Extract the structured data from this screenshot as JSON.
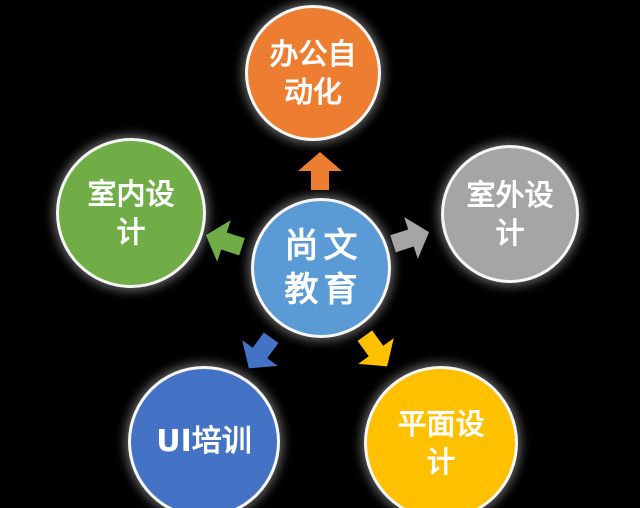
{
  "background_color": "#000000",
  "text_color": "#FFFFFF",
  "center_node": {
    "label": "尚文教育",
    "lines": [
      "尚文",
      "教育"
    ],
    "color": "#5B9BD5"
  },
  "satellite_nodes": [
    {
      "label": "办公自动化",
      "lines": [
        "办公自",
        "动化"
      ],
      "color": "#ED7D31",
      "position": "top"
    },
    {
      "label": "室内设计",
      "lines": [
        "室内设",
        "计"
      ],
      "color": "#70AD47",
      "position": "left"
    },
    {
      "label": "室外设计",
      "lines": [
        "室外设",
        "计"
      ],
      "color": "#A5A5A5",
      "position": "right"
    },
    {
      "label": "UI培训",
      "lines": [
        "UI培训"
      ],
      "color": "#4472C4",
      "position": "bottom-left"
    },
    {
      "label": "平面设计",
      "lines": [
        "平面设",
        "计"
      ],
      "color": "#FFC000",
      "position": "bottom-right"
    }
  ],
  "arrows": [
    {
      "icon": "arrow-up-icon",
      "direction": "up",
      "color": "#ED7D31"
    },
    {
      "icon": "arrow-left-icon",
      "direction": "up-left",
      "color": "#70AD47"
    },
    {
      "icon": "arrow-right-icon",
      "direction": "up-right",
      "color": "#A5A5A5"
    },
    {
      "icon": "arrow-down-left-icon",
      "direction": "down-left",
      "color": "#4472C4"
    },
    {
      "icon": "arrow-down-right-icon",
      "direction": "down-right",
      "color": "#FFC000"
    }
  ]
}
